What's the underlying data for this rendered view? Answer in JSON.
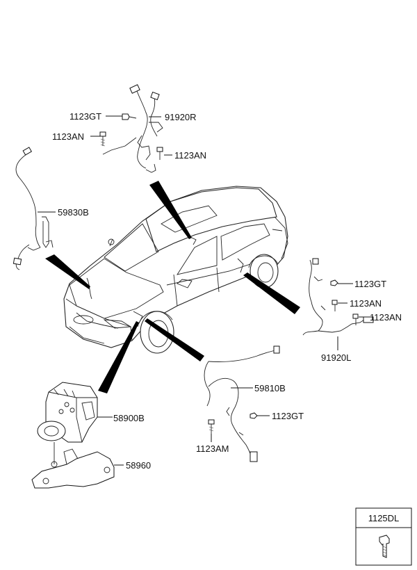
{
  "labels": {
    "p91920R": "91920R",
    "p1123GT_top": "1123GT",
    "p1123AN_top_left": "1123AN",
    "p1123AN_top_right": "1123AN",
    "p59830B": "59830B",
    "p1123GT_right": "1123GT",
    "p1123AN_right_1": "1123AN",
    "p1123AN_right_2": "1123AN",
    "p91920L": "91920L",
    "p59810B": "59810B",
    "p1123GT_bottom": "1123GT",
    "p1123AM": "1123AM",
    "p58900B": "58900B",
    "p58960": "58960"
  },
  "legend_box": {
    "part_number": "1125DL"
  }
}
